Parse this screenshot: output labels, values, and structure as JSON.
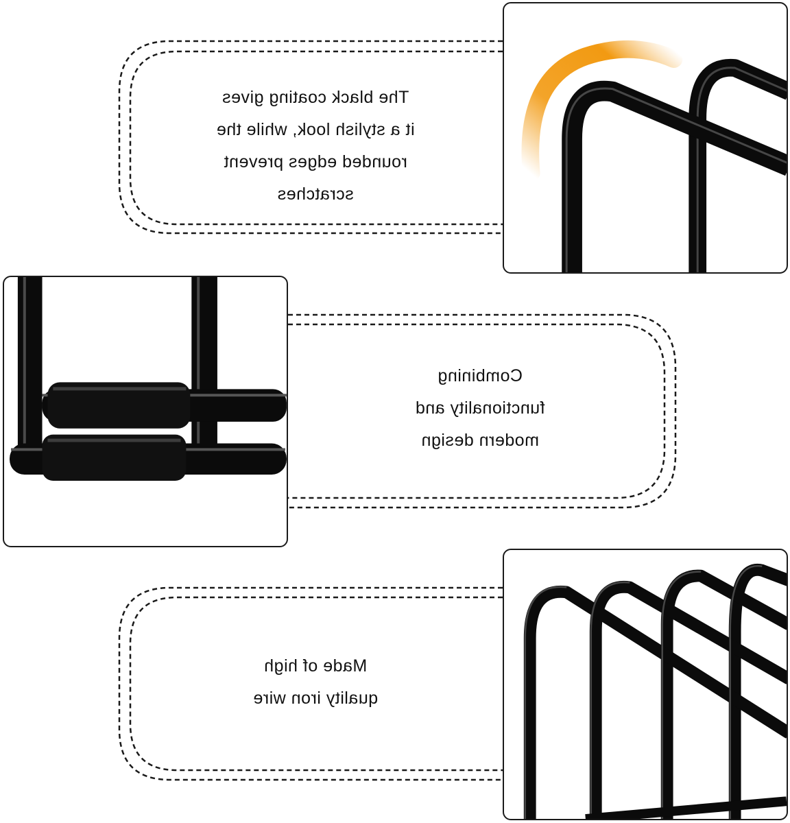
{
  "palette": {
    "wire": "#0b0b0b",
    "wire_highlight": "#6a6a6a",
    "frame_border": "#1a1a1a",
    "dashed_line": "#1a1a1a",
    "accent_glow": "#f29a12",
    "background": "#ffffff"
  },
  "panels": [
    {
      "image": "rounded-black-wire-corner-closeup",
      "caption_lines": [
        "The black coating gives",
        "it a stylish look, while the",
        "rounded edges prevent",
        "scratches"
      ]
    },
    {
      "image": "wire-rack-rubber-foot-closeup",
      "caption_lines": [
        "Combining",
        "functionality and",
        "modern design"
      ]
    },
    {
      "image": "multiple-wire-arches-closeup",
      "caption_lines": [
        "Made of high",
        "quality iron wire"
      ]
    }
  ]
}
